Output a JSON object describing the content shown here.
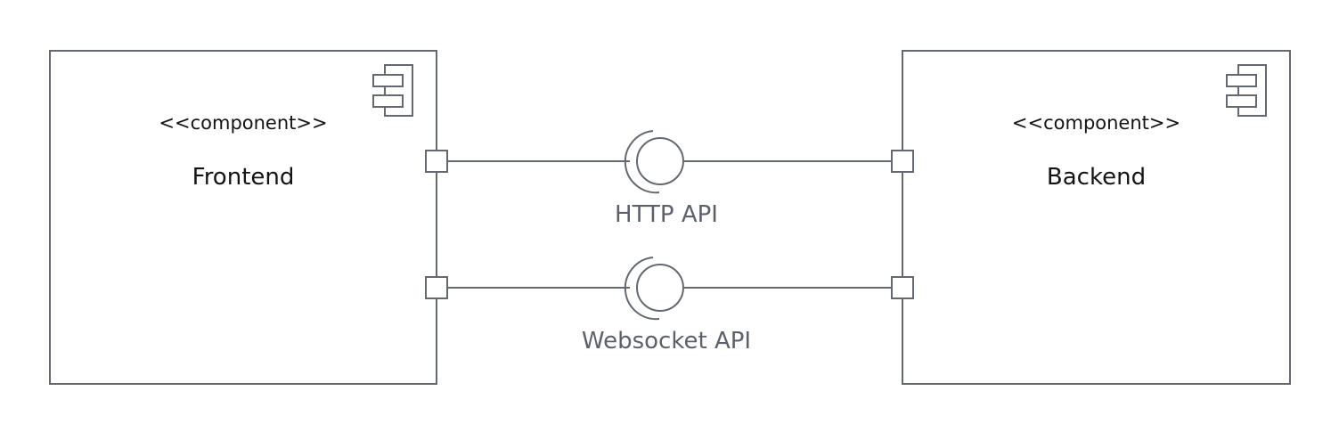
{
  "diagram_type": "uml-component-diagram",
  "colors": {
    "stroke": "#63696f",
    "label_text": "#5b6269",
    "text": "#141414",
    "background": "#ffffff"
  },
  "components": [
    {
      "stereotype": "<<component>>",
      "name": "Frontend"
    },
    {
      "stereotype": "<<component>>",
      "name": "Backend"
    }
  ],
  "interfaces": [
    {
      "label": "HTTP API"
    },
    {
      "label": "Websocket API"
    }
  ]
}
